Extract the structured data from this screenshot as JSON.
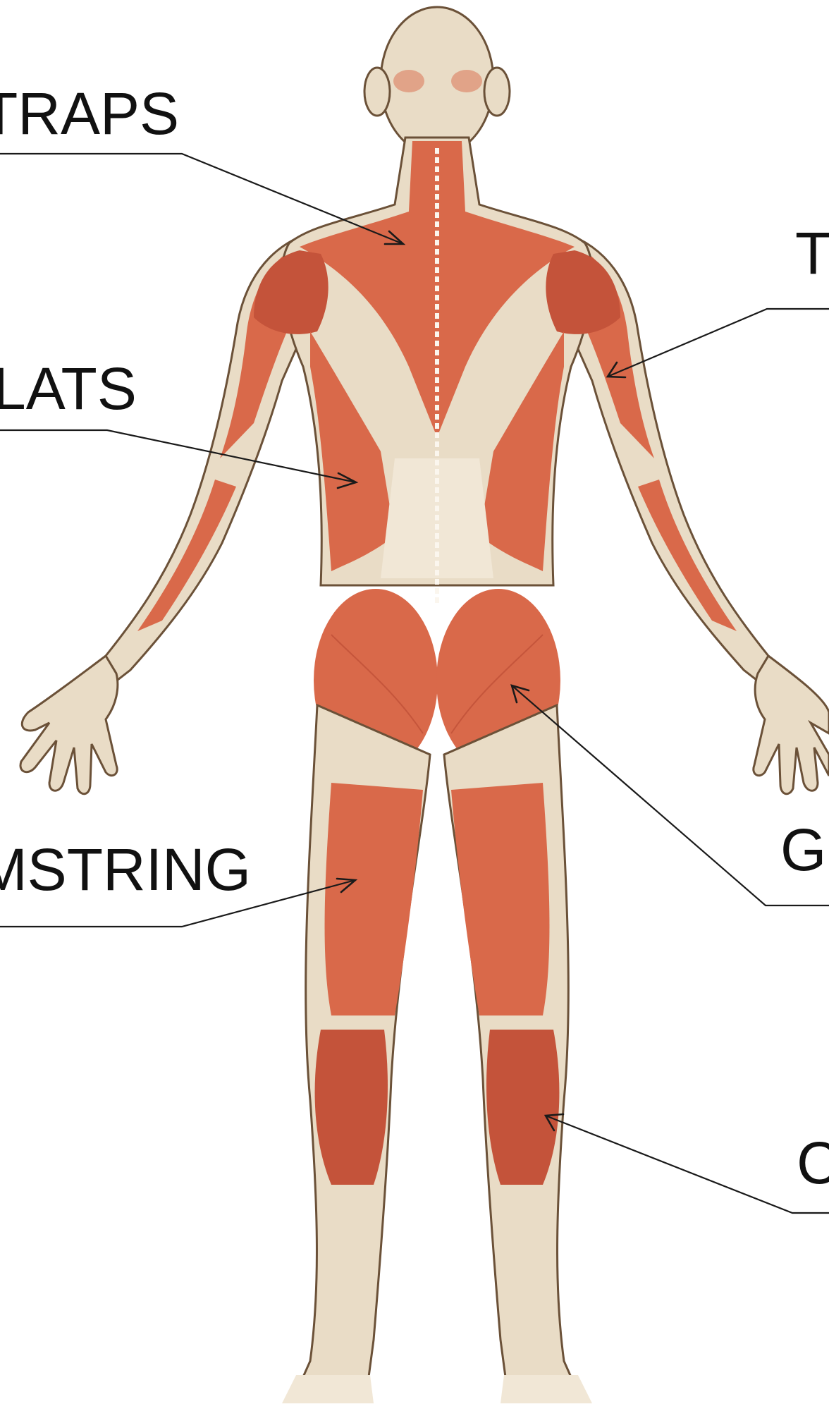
{
  "labels": {
    "traps": "TRAPS",
    "lats": "LATS",
    "hamstring": "HAMSTRING",
    "triceps": "T",
    "glutes": "GL",
    "calves": "C"
  },
  "colors": {
    "muscle": "#d9694a",
    "tendon": "#f1e7d6",
    "skin_outline": "#6b5138"
  }
}
